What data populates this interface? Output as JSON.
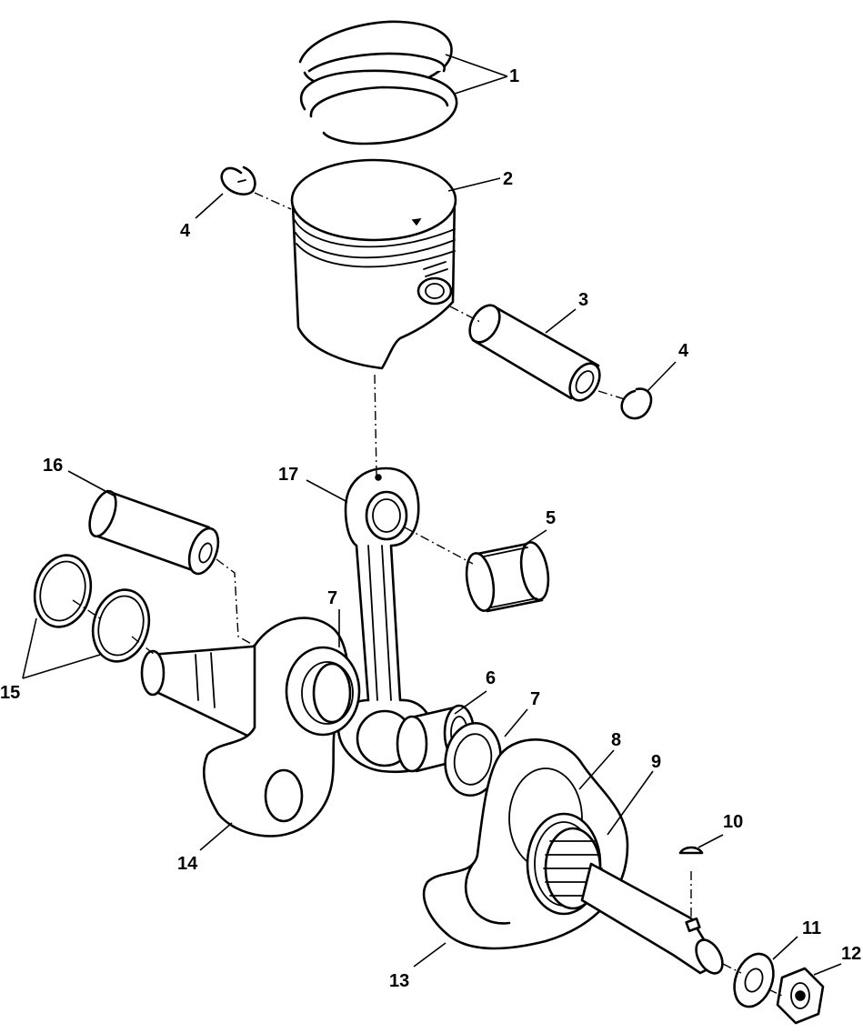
{
  "callouts": [
    {
      "id": "c1",
      "label": "1"
    },
    {
      "id": "c2",
      "label": "2"
    },
    {
      "id": "c3",
      "label": "3"
    },
    {
      "id": "c4a",
      "label": "4"
    },
    {
      "id": "c4b",
      "label": "4"
    },
    {
      "id": "c5",
      "label": "5"
    },
    {
      "id": "c6",
      "label": "6"
    },
    {
      "id": "c7a",
      "label": "7"
    },
    {
      "id": "c7b",
      "label": "7"
    },
    {
      "id": "c8",
      "label": "8"
    },
    {
      "id": "c9",
      "label": "9"
    },
    {
      "id": "c10",
      "label": "10"
    },
    {
      "id": "c11",
      "label": "11"
    },
    {
      "id": "c12",
      "label": "12"
    },
    {
      "id": "c13",
      "label": "13"
    },
    {
      "id": "c14",
      "label": "14"
    },
    {
      "id": "c15",
      "label": "15"
    },
    {
      "id": "c16",
      "label": "16"
    },
    {
      "id": "c17",
      "label": "17"
    }
  ]
}
